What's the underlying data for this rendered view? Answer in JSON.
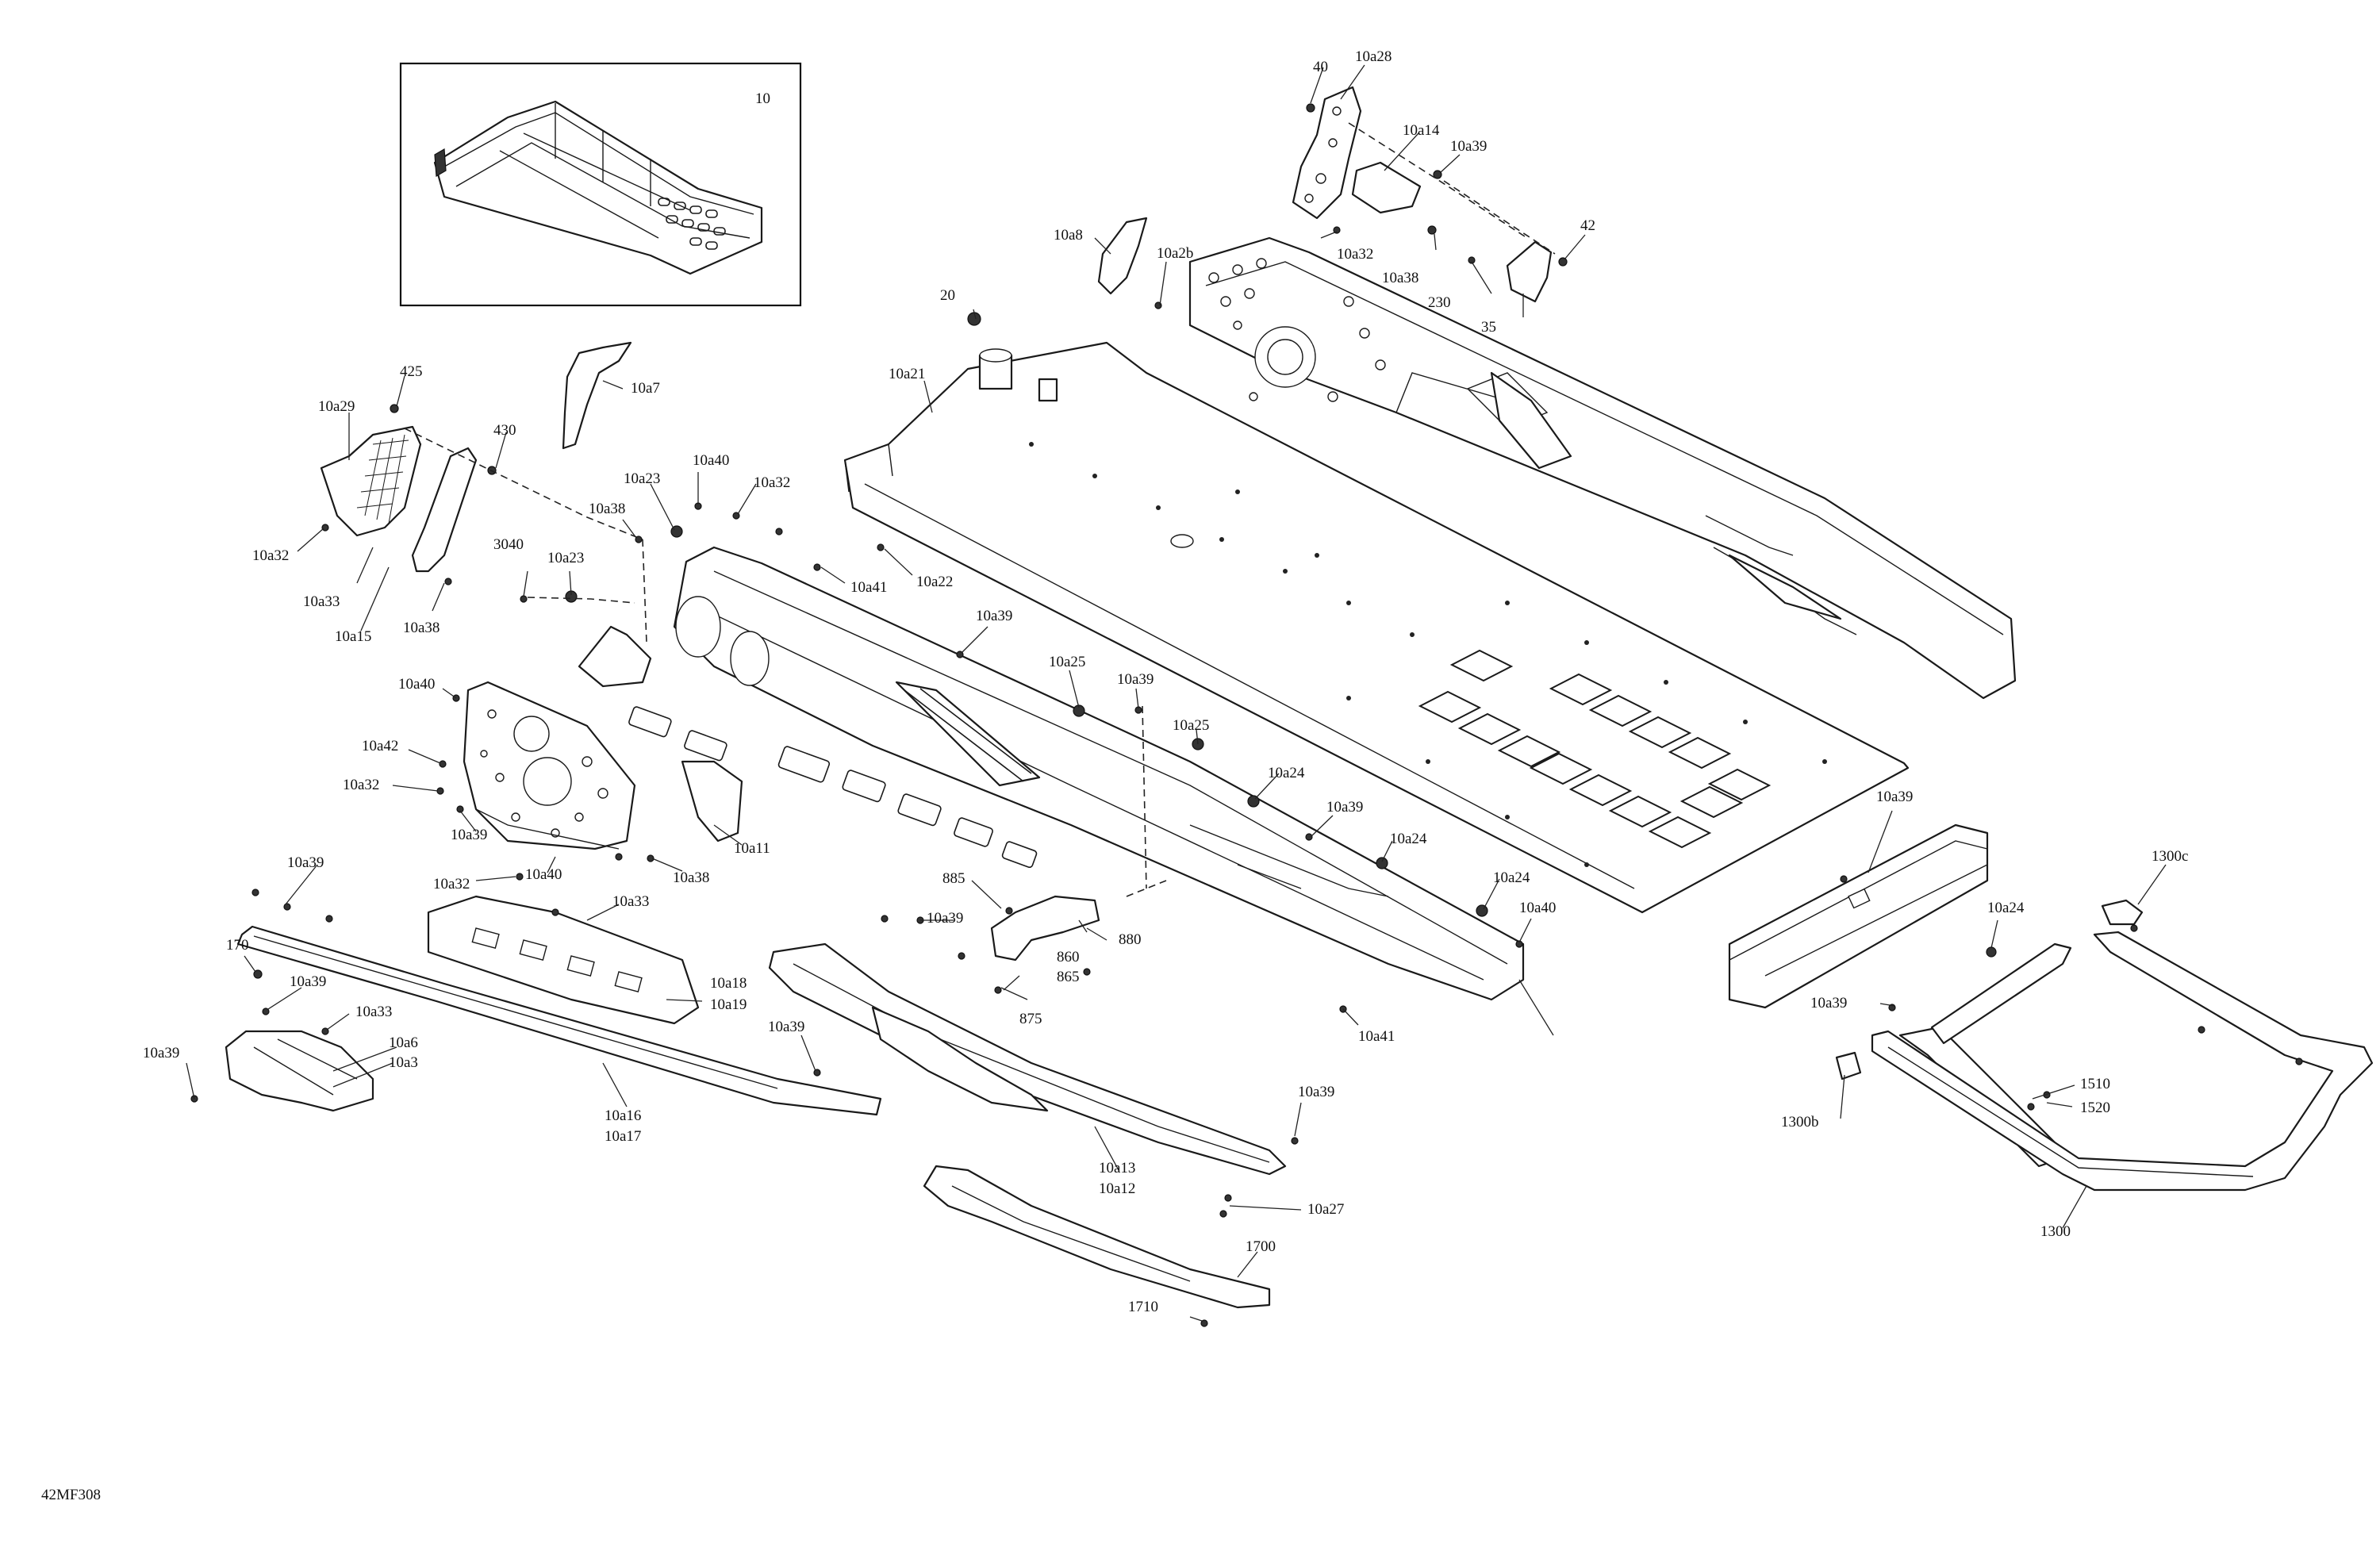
{
  "figure_code": "42MF308",
  "inset_label": "10",
  "callouts": [
    {
      "id": "40",
      "text": "40"
    },
    {
      "id": "10a28",
      "text": "10a28"
    },
    {
      "id": "10a14",
      "text": "10a14"
    },
    {
      "id": "10a39-top-right",
      "text": "10a39"
    },
    {
      "id": "10a32-top-right",
      "text": "10a32"
    },
    {
      "id": "10a38-top-right",
      "text": "10a38"
    },
    {
      "id": "42",
      "text": "42"
    },
    {
      "id": "230",
      "text": "230"
    },
    {
      "id": "35",
      "text": "35"
    },
    {
      "id": "10a8",
      "text": "10a8"
    },
    {
      "id": "10a2b",
      "text": "10a2b"
    },
    {
      "id": "20",
      "text": "20"
    },
    {
      "id": "10a21",
      "text": "10a21"
    },
    {
      "id": "425",
      "text": "425"
    },
    {
      "id": "10a29",
      "text": "10a29"
    },
    {
      "id": "10a7",
      "text": "10a7"
    },
    {
      "id": "430",
      "text": "430"
    },
    {
      "id": "10a32-left",
      "text": "10a32"
    },
    {
      "id": "10a33-left",
      "text": "10a33"
    },
    {
      "id": "10a15",
      "text": "10a15"
    },
    {
      "id": "10a38-left",
      "text": "10a38"
    },
    {
      "id": "10a23-a",
      "text": "10a23"
    },
    {
      "id": "10a40-a",
      "text": "10a40"
    },
    {
      "id": "10a32-b",
      "text": "10a32"
    },
    {
      "id": "10a38-b",
      "text": "10a38"
    },
    {
      "id": "3040",
      "text": "3040"
    },
    {
      "id": "10a23-b",
      "text": "10a23"
    },
    {
      "id": "10a41-a",
      "text": "10a41"
    },
    {
      "id": "10a22",
      "text": "10a22"
    },
    {
      "id": "10a39-c",
      "text": "10a39"
    },
    {
      "id": "10a25-a",
      "text": "10a25"
    },
    {
      "id": "10a39-d",
      "text": "10a39"
    },
    {
      "id": "10a25-b",
      "text": "10a25"
    },
    {
      "id": "10a24-a",
      "text": "10a24"
    },
    {
      "id": "10a39-e",
      "text": "10a39"
    },
    {
      "id": "10a24-b",
      "text": "10a24"
    },
    {
      "id": "10a24-c",
      "text": "10a24"
    },
    {
      "id": "10a40-b",
      "text": "10a40"
    },
    {
      "id": "10a41-b",
      "text": "10a41"
    },
    {
      "id": "10a40-c",
      "text": "10a40"
    },
    {
      "id": "10a42",
      "text": "10a42"
    },
    {
      "id": "10a32-c",
      "text": "10a32"
    },
    {
      "id": "10a39-f",
      "text": "10a39"
    },
    {
      "id": "10a11",
      "text": "10a11"
    },
    {
      "id": "10a32-d",
      "text": "10a32"
    },
    {
      "id": "10a40-d",
      "text": "10a40"
    },
    {
      "id": "10a38-c",
      "text": "10a38"
    },
    {
      "id": "10a33-b",
      "text": "10a33"
    },
    {
      "id": "10a18",
      "text": "10a18"
    },
    {
      "id": "10a19",
      "text": "10a19"
    },
    {
      "id": "10a39-g",
      "text": "10a39"
    },
    {
      "id": "170",
      "text": "170"
    },
    {
      "id": "10a39-h",
      "text": "10a39"
    },
    {
      "id": "10a33-c",
      "text": "10a33"
    },
    {
      "id": "10a6",
      "text": "10a6"
    },
    {
      "id": "10a3",
      "text": "10a3"
    },
    {
      "id": "10a39-i",
      "text": "10a39"
    },
    {
      "id": "10a16",
      "text": "10a16"
    },
    {
      "id": "10a17",
      "text": "10a17"
    },
    {
      "id": "10a39-j",
      "text": "10a39"
    },
    {
      "id": "885",
      "text": "885"
    },
    {
      "id": "10a39-k",
      "text": "10a39"
    },
    {
      "id": "860",
      "text": "860"
    },
    {
      "id": "865",
      "text": "865"
    },
    {
      "id": "880",
      "text": "880"
    },
    {
      "id": "875",
      "text": "875"
    },
    {
      "id": "10a13",
      "text": "10a13"
    },
    {
      "id": "10a12",
      "text": "10a12"
    },
    {
      "id": "10a39-l",
      "text": "10a39"
    },
    {
      "id": "10a27",
      "text": "10a27"
    },
    {
      "id": "1700",
      "text": "1700"
    },
    {
      "id": "1710",
      "text": "1710"
    },
    {
      "id": "10a39-m",
      "text": "10a39"
    },
    {
      "id": "10a24-d",
      "text": "10a24"
    },
    {
      "id": "1300c",
      "text": "1300c"
    },
    {
      "id": "10a39-n",
      "text": "10a39"
    },
    {
      "id": "1510",
      "text": "1510"
    },
    {
      "id": "1520",
      "text": "1520"
    },
    {
      "id": "1300b",
      "text": "1300b"
    },
    {
      "id": "1300",
      "text": "1300"
    }
  ]
}
